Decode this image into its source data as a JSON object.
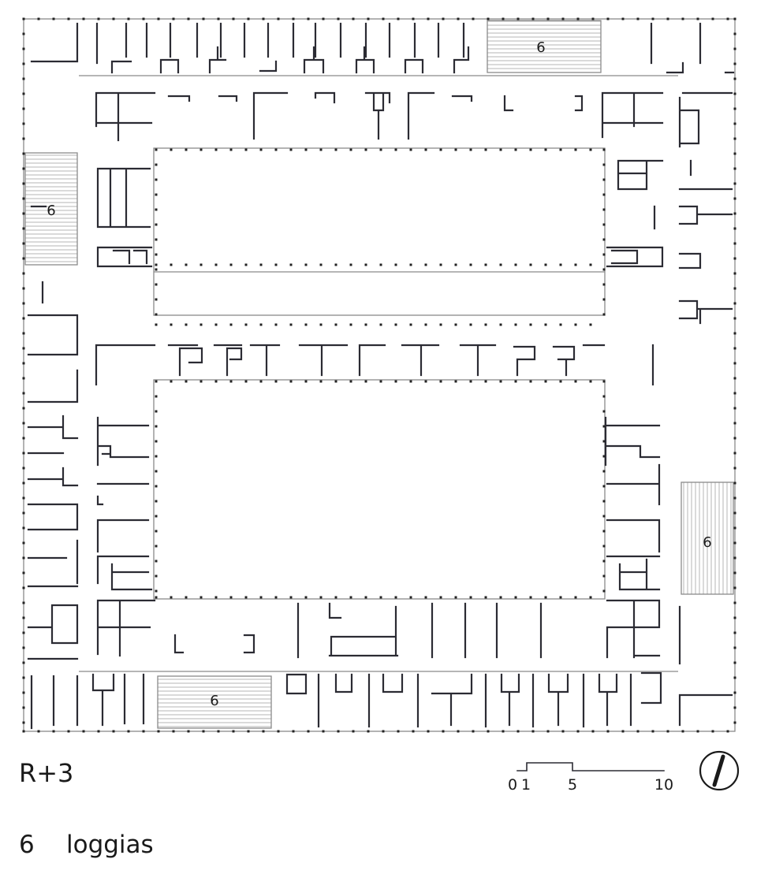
{
  "level": "R+3",
  "loggia_tag": "6",
  "legend": {
    "number": "6",
    "label": "loggias"
  },
  "scale": {
    "ticks": [
      "0",
      "1",
      "5",
      "10"
    ]
  },
  "icons": {
    "north": "north-arrow-icon"
  },
  "colors": {
    "wall": "#2b2b33",
    "outline": "#8a8a8a",
    "hatch": "#b4b4b4",
    "post": "#222222"
  }
}
